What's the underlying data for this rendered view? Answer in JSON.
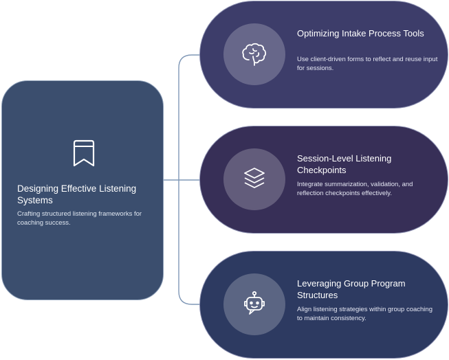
{
  "main": {
    "icon": "bookmark-icon",
    "title": "Designing Effective Listening Systems",
    "description": "Crafting structured listening frameworks for coaching success."
  },
  "items": [
    {
      "icon": "brain-icon",
      "title": "Optimizing Intake Process Tools",
      "description": "Use client-driven forms to reflect and reuse input for sessions."
    },
    {
      "icon": "layers-icon",
      "title": "Session-Level Listening Checkpoints",
      "description": "Integrate summarization, validation, and reflection checkpoints effectively."
    },
    {
      "icon": "robot-icon",
      "title": "Leveraging Group Program Structures",
      "description": "Align listening strategies within group coaching to maintain consistency."
    }
  ],
  "colors": {
    "main_card": "#3b4e6e",
    "pill_1": "#3d3d6a",
    "pill_2": "#372f57",
    "pill_3": "#2d3a61",
    "connector": "#7f97b6"
  }
}
